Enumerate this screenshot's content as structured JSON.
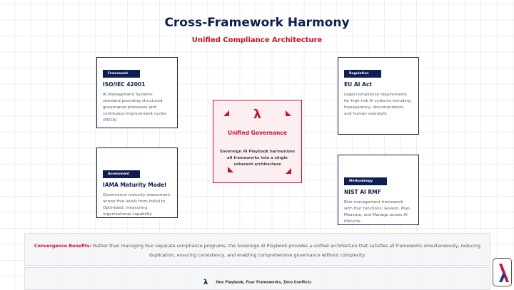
{
  "header": {
    "title": "Cross-Framework Harmony",
    "subtitle": "Unified Compliance Architecture"
  },
  "cards": [
    {
      "tag": "Framework",
      "title": "ISO/IEC 42001",
      "desc": "AI Management Systems standard providing structured governance processes and continuous improvement cycles (PDCA)"
    },
    {
      "tag": "Assessment",
      "title": "IAMA Maturity Model",
      "desc": "Governance maturity assessment across five levels from Initial to Optimized, measuring organizational capability"
    },
    {
      "tag": "Regulation",
      "title": "EU AI Act",
      "desc": "Legal compliance requirements for high-risk AI systems including transparency, documentation, and human oversight"
    },
    {
      "tag": "Methodology",
      "title": "NIST AI RMF",
      "desc": "Risk management framework with four functions: Govern, Map, Measure, and Manage across AI lifecycle"
    }
  ],
  "center": {
    "symbol": "λ",
    "title": "Unified Governance",
    "desc": "Sovereign AI Playbook harmonizes all frameworks into a single coherent architecture"
  },
  "convergence": {
    "label": "Convergence Benefits:",
    "text": "Rather than managing four separate compliance programs, the Sovereign AI Playbook provides a unified architecture that satisfies all frameworks simultaneously, reducing duplication, ensuring consistency, and enabling comprehensive governance without complexity."
  },
  "footer": {
    "symbol": "λ",
    "text": "One Playbook, Four Frameworks, Zero Conflicts"
  },
  "colors": {
    "navy": "#0d1f52",
    "red": "#d0102a"
  }
}
